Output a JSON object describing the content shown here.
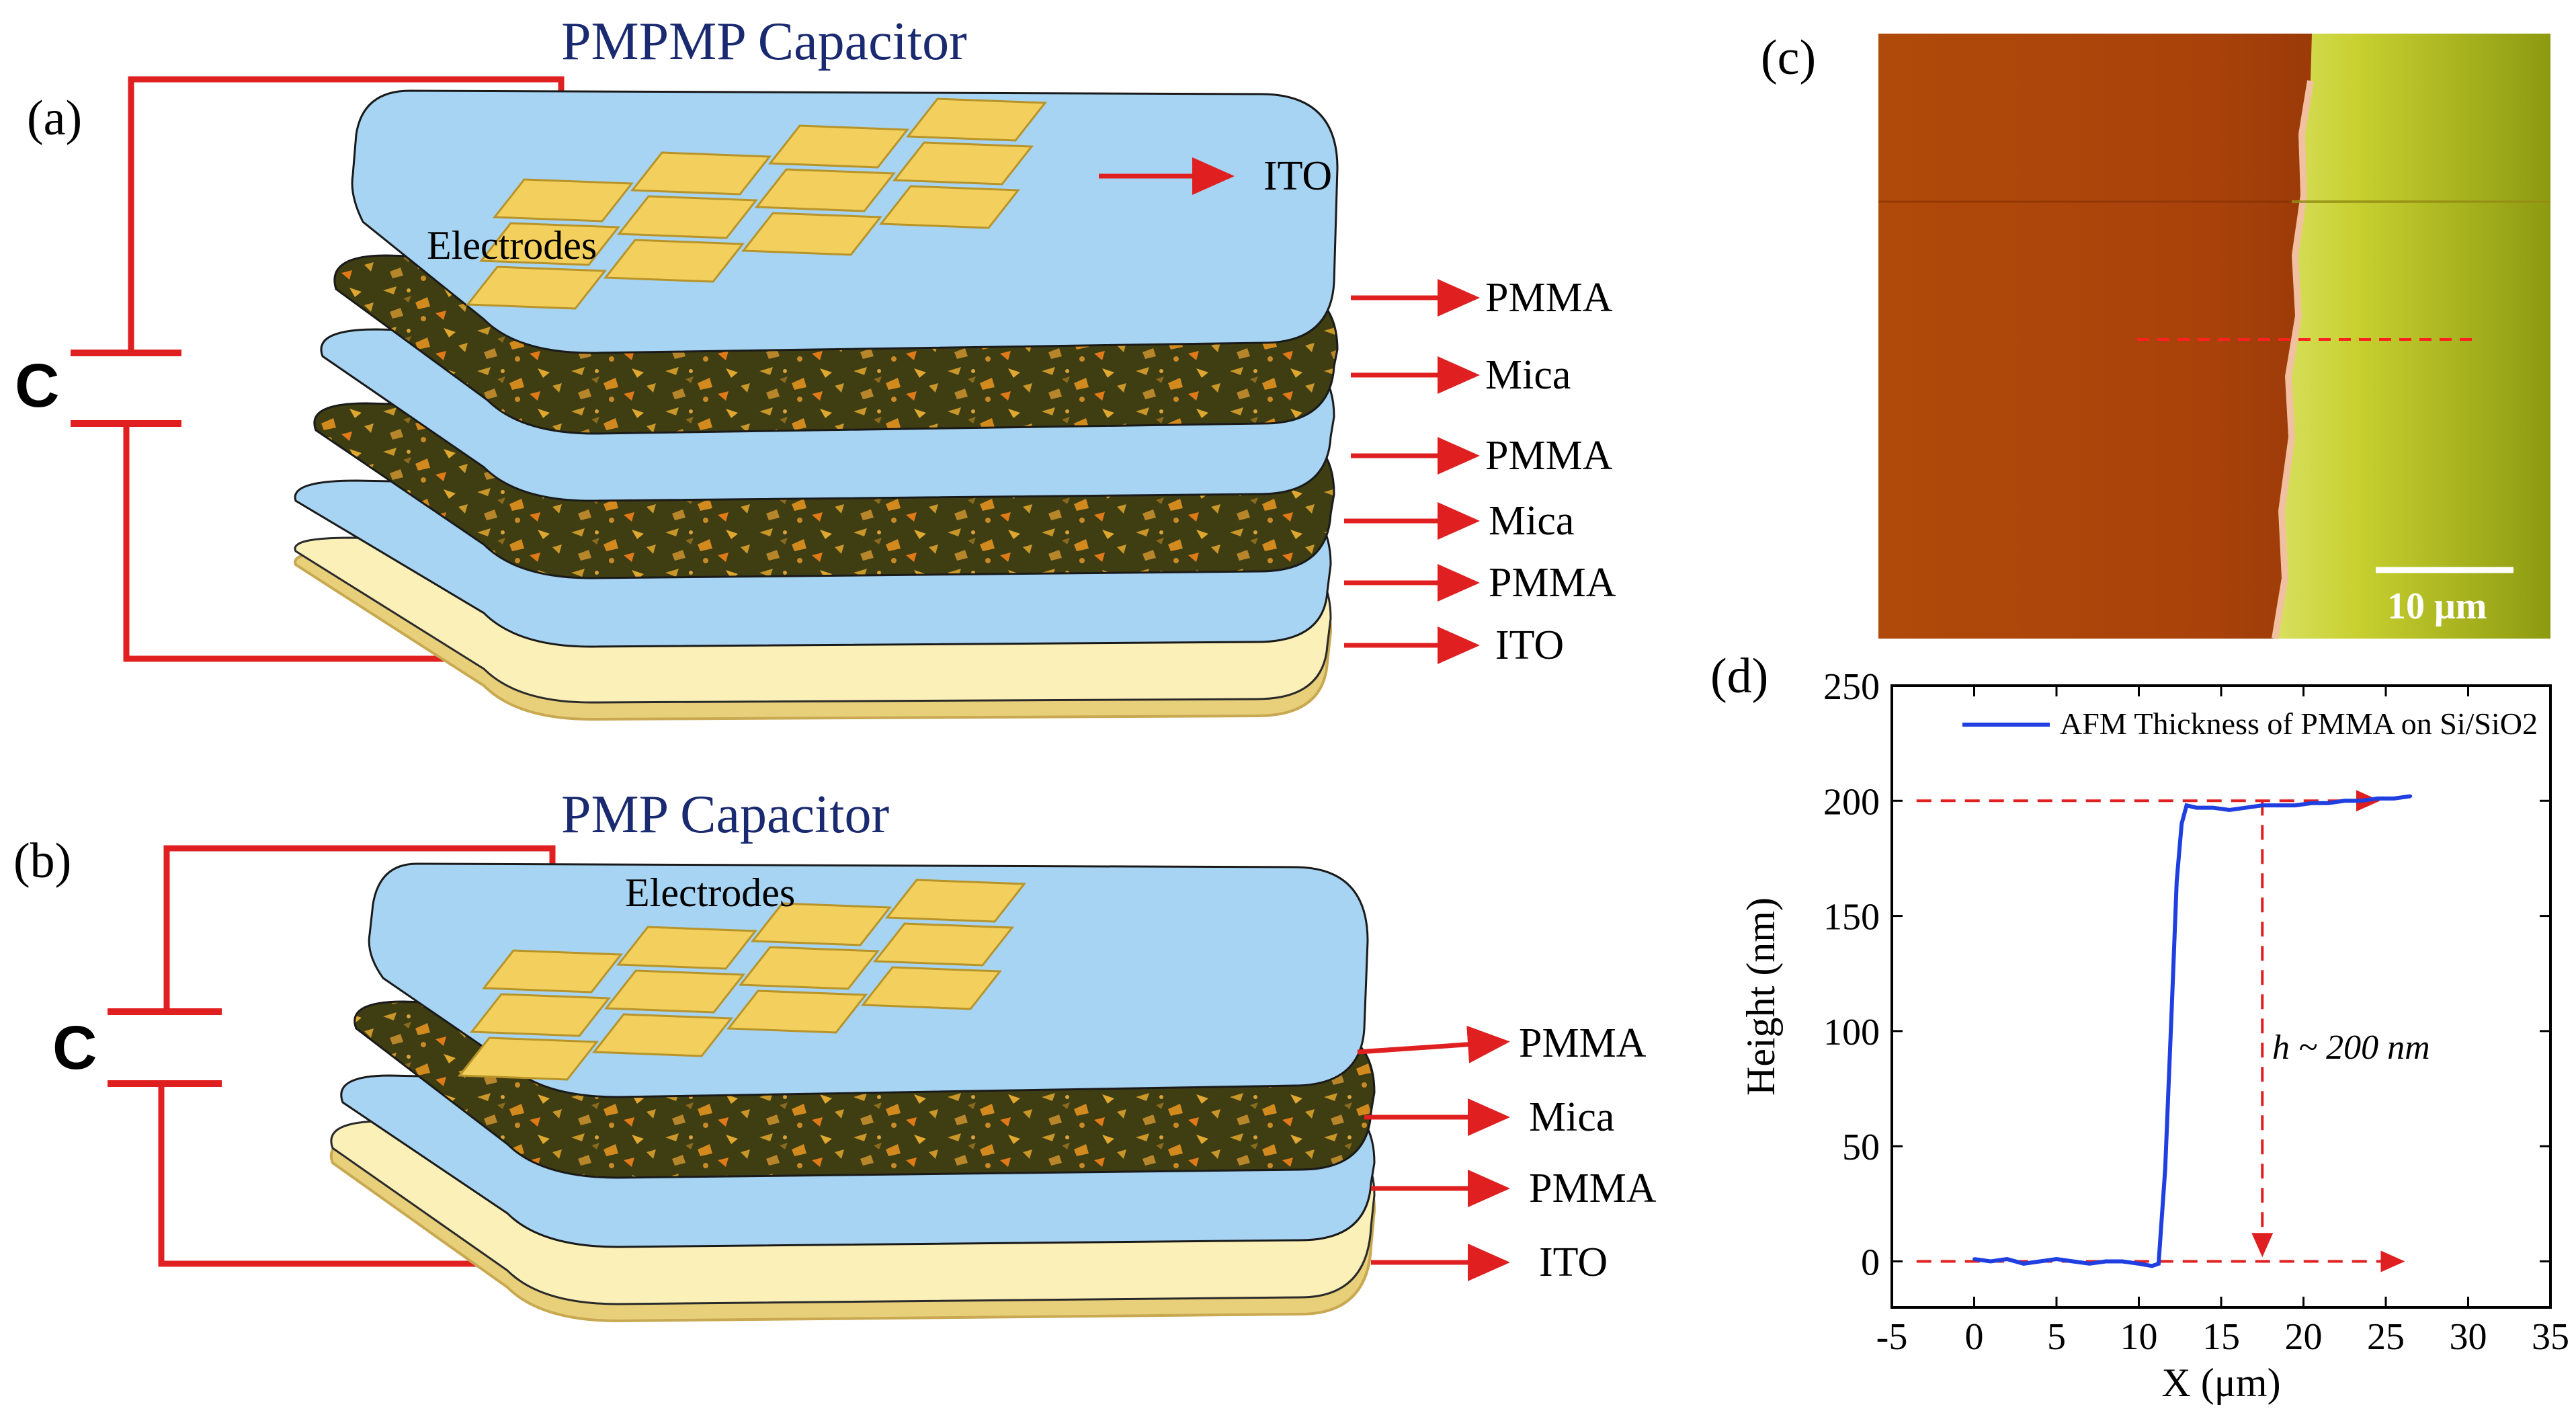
{
  "panel_a": {
    "letter": "(a)",
    "title": "PMPMP Capacitor",
    "capacitor_label": "C",
    "electrodes_label": "Electrodes",
    "layer_labels": [
      "ITO",
      "PMMA",
      "Mica",
      "PMMA",
      "Mica",
      "PMMA",
      "ITO"
    ]
  },
  "panel_b": {
    "letter": "(b)",
    "title": "PMP Capacitor",
    "capacitor_label": "C",
    "electrodes_label": "Electrodes",
    "layer_labels": [
      "PMMA",
      "Mica",
      "PMMA",
      "ITO"
    ]
  },
  "panel_c": {
    "letter": "(c)",
    "scale_bar_label": "10 μm"
  },
  "panel_d": {
    "letter": "(d)",
    "annotation": "h ~ 200 nm",
    "chart_data": {
      "type": "line",
      "xlabel": "X (μm)",
      "ylabel": "Height (nm)",
      "xlim": [
        -5,
        35
      ],
      "ylim": [
        -20,
        250
      ],
      "xticks": [
        -5,
        0,
        5,
        10,
        15,
        20,
        25,
        30,
        35
      ],
      "yticks": [
        0,
        50,
        100,
        150,
        200,
        250
      ],
      "grid": false,
      "legend_position": "top-left",
      "series": [
        {
          "name": "AFM Thickness of PMMA on Si/SiO2",
          "color": "#1f3fe0",
          "x": [
            0.0,
            1.0,
            2.0,
            3.0,
            4.0,
            5.0,
            6.0,
            7.0,
            8.0,
            9.0,
            10.0,
            10.8,
            11.2,
            11.6,
            12.0,
            12.3,
            12.6,
            12.9,
            13.5,
            14.5,
            15.5,
            16.5,
            17.5,
            18.5,
            19.5,
            20.5,
            21.5,
            22.5,
            23.5,
            24.5,
            25.5,
            26.5
          ],
          "y": [
            1,
            0,
            1,
            -1,
            0,
            1,
            0,
            -1,
            0,
            0,
            -1,
            -2,
            -1,
            40,
            110,
            165,
            190,
            198,
            197,
            197,
            196,
            197,
            198,
            198,
            198,
            199,
            199,
            200,
            200,
            201,
            201,
            202
          ]
        }
      ],
      "reference_lines_color": "#e02020"
    }
  }
}
